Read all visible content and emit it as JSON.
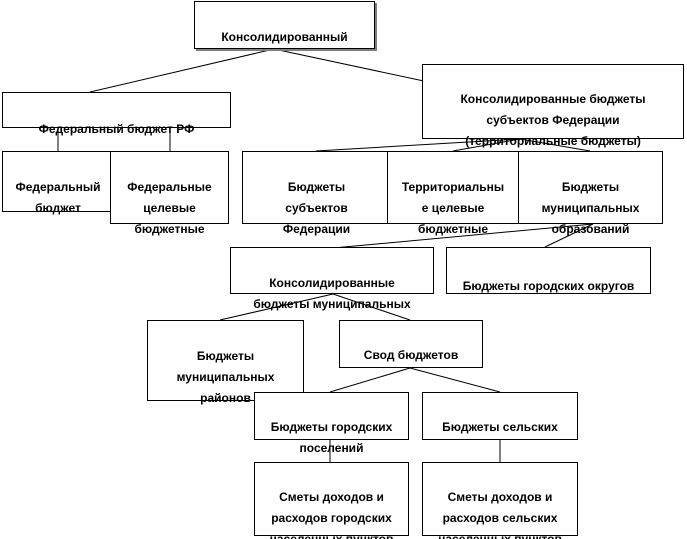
{
  "nodes": {
    "root": "Консолидированный",
    "federal_budget_rf": "Федеральный бюджет РФ",
    "subjects_consolidated": "Консолидированные бюджеты\nсубъектов Федерации\n(территориальные бюджеты)",
    "federal_budget": "Федеральный\nбюджет",
    "federal_target": "Федеральные\nцелевые\nбюджетные",
    "subjects_budgets": "Бюджеты\nсубъектов\nФедерации",
    "territorial_target": "Территориальны\nе целевые\nбюджетные",
    "municipal_budgets": "Бюджеты\nмуниципальных\nобразований",
    "municipal_consolidated": "Консолидированные\nбюджеты муниципальных",
    "city_districts": "Бюджеты городских округов",
    "municipal_districts": "Бюджеты\nмуниципальных\nрайонов",
    "budget_set": "Свод бюджетов",
    "urban_settlements": "Бюджеты городских\nпоселений",
    "rural_budgets": "Бюджеты сельских",
    "urban_estimates": "Сметы доходов и\nрасходов городских\nнаселенных пунктов",
    "rural_estimates": "Сметы доходов и\nрасходов сельских\nнаселенных пунктов"
  }
}
